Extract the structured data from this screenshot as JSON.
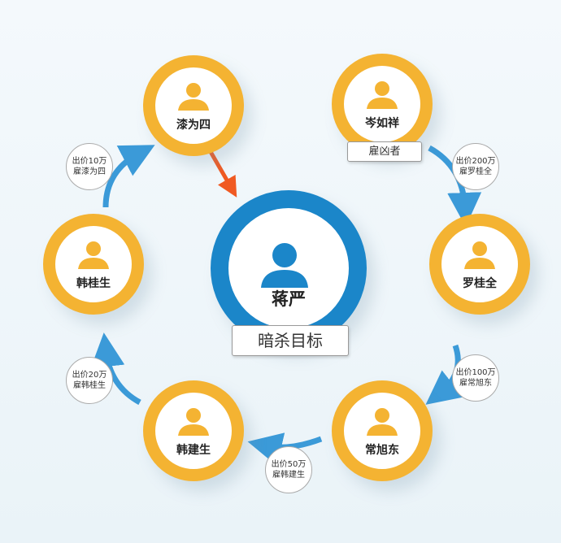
{
  "colors": {
    "yellow": "#f4b332",
    "blue": "#1b86c9",
    "arrow_blue": "#3b9ad8",
    "arrow_red": "#f05a22"
  },
  "target": {
    "name": "蒋严",
    "tag": "暗杀目标"
  },
  "people": [
    {
      "id": "qi-weisi",
      "name": "漆为四"
    },
    {
      "id": "cen-ruxiang",
      "name": "岑如祥",
      "tag": "雇凶者"
    },
    {
      "id": "luo-guiquan",
      "name": "罗桂全"
    },
    {
      "id": "chang-xudong",
      "name": "常旭东"
    },
    {
      "id": "han-jiansheng",
      "name": "韩建生"
    },
    {
      "id": "han-guisheng",
      "name": "韩桂生"
    }
  ],
  "payments": [
    {
      "line1": "出价200万",
      "line2": "雇罗桂全"
    },
    {
      "line1": "出价100万",
      "line2": "雇常旭东"
    },
    {
      "line1": "出价50万",
      "line2": "雇韩建生"
    },
    {
      "line1": "出价20万",
      "line2": "雇韩桂生"
    },
    {
      "line1": "出价10万",
      "line2": "雇漆为四"
    }
  ]
}
